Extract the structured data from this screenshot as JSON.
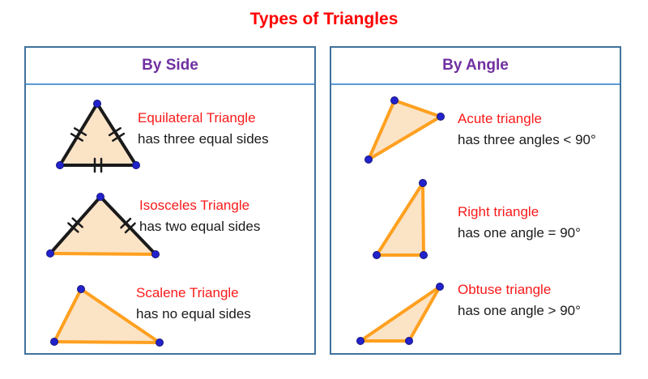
{
  "page": {
    "title": "Types of Triangles"
  },
  "colors": {
    "title_red": "#ff0000",
    "label_red": "#fb1a1a",
    "heading_purple": "#7030a0",
    "panel_border": "#41719c",
    "header_divider": "#5b9bd5",
    "triangle_fill": "#fbe3c6",
    "orange_edge": "#ffa01f",
    "black_edge": "#1a1a1a",
    "vertex_blue": "#2222cc",
    "vertex_ring": "#15157e"
  },
  "panels": [
    {
      "heading": "By Side",
      "rows": [
        {
          "name": "Equilateral Triangle",
          "description": "has three equal sides",
          "figure": {
            "icon": "equilateral-triangle-figure",
            "vertices": [
              [
                80,
                15
              ],
              [
                34,
                91
              ],
              [
                128,
                91
              ]
            ],
            "edges": [
              {
                "color": "black_edge",
                "ticks": true
              },
              {
                "color": "black_edge",
                "ticks": true
              },
              {
                "color": "black_edge",
                "ticks": true
              }
            ]
          }
        },
        {
          "name": "Isosceles Triangle",
          "description": "has two equal sides",
          "figure": {
            "icon": "isosceles-triangle-figure",
            "vertices": [
              [
                84,
                16
              ],
              [
                22,
                86
              ],
              [
                152,
                87
              ]
            ],
            "edges": [
              {
                "color": "black_edge",
                "ticks": true
              },
              {
                "color": "orange_edge",
                "ticks": false
              },
              {
                "color": "black_edge",
                "ticks": true
              }
            ]
          }
        },
        {
          "name": "Scalene Triangle",
          "description": "has no equal sides",
          "figure": {
            "icon": "scalene-triangle-figure",
            "vertices": [
              [
                56,
                16
              ],
              [
                23,
                81
              ],
              [
                153,
                82
              ]
            ],
            "edges": [
              {
                "color": "orange_edge",
                "ticks": false
              },
              {
                "color": "orange_edge",
                "ticks": false
              },
              {
                "color": "orange_edge",
                "ticks": false
              }
            ]
          }
        }
      ]
    },
    {
      "heading": "By Angle",
      "rows": [
        {
          "name": "Acute triangle",
          "description": "has three angles < 90°",
          "figure": {
            "icon": "acute-triangle-figure",
            "vertices": [
              [
                50,
                13
              ],
              [
                107,
                33
              ],
              [
                18,
                86
              ]
            ],
            "edges": [
              {
                "color": "orange_edge",
                "ticks": false
              },
              {
                "color": "orange_edge",
                "ticks": false
              },
              {
                "color": "orange_edge",
                "ticks": false
              }
            ]
          }
        },
        {
          "name": "Right triangle",
          "description": "has one angle = 90°",
          "figure": {
            "icon": "right-triangle-figure",
            "vertices": [
              [
                69,
                13
              ],
              [
                12,
                102
              ],
              [
                70,
                102
              ]
            ],
            "edges": [
              {
                "color": "orange_edge",
                "ticks": false
              },
              {
                "color": "orange_edge",
                "ticks": false
              },
              {
                "color": "orange_edge",
                "ticks": false
              }
            ]
          }
        },
        {
          "name": "Obtuse triangle",
          "description": "has one angle > 90°",
          "figure": {
            "icon": "obtuse-triangle-figure",
            "vertices": [
              [
                112,
                13
              ],
              [
                14,
                80
              ],
              [
                74,
                80
              ]
            ],
            "edges": [
              {
                "color": "orange_edge",
                "ticks": false
              },
              {
                "color": "orange_edge",
                "ticks": false
              },
              {
                "color": "orange_edge",
                "ticks": false
              }
            ]
          }
        }
      ]
    }
  ]
}
